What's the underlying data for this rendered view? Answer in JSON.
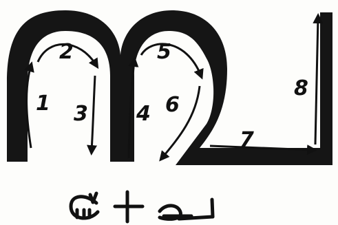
{
  "figure": {
    "stroke_labels": [
      "1",
      "2",
      "3",
      "4",
      "5",
      "6",
      "7",
      "8"
    ],
    "colors": {
      "ink": "#111111",
      "paper": "#fdfdfb"
    }
  }
}
